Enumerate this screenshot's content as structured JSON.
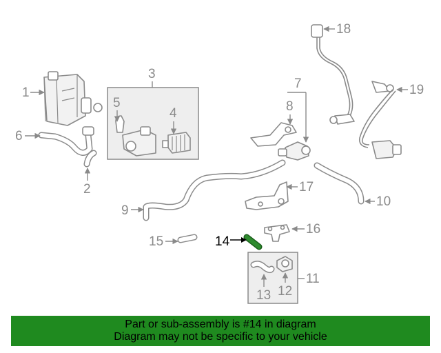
{
  "diagram": {
    "highlight_color": "#2e8b2e",
    "callouts": {
      "c1": "1",
      "c2": "2",
      "c3": "3",
      "c4": "4",
      "c5": "5",
      "c6": "6",
      "c7": "7",
      "c8": "8",
      "c9": "9",
      "c10": "10",
      "c11": "11",
      "c12": "12",
      "c13": "13",
      "c14": "14",
      "c15": "15",
      "c16": "16",
      "c17": "17",
      "c18": "18",
      "c19": "19"
    }
  },
  "banner": {
    "line1": "Part or sub-assembly is #14 in diagram",
    "line2": "Diagram may not be specific to your vehicle"
  }
}
